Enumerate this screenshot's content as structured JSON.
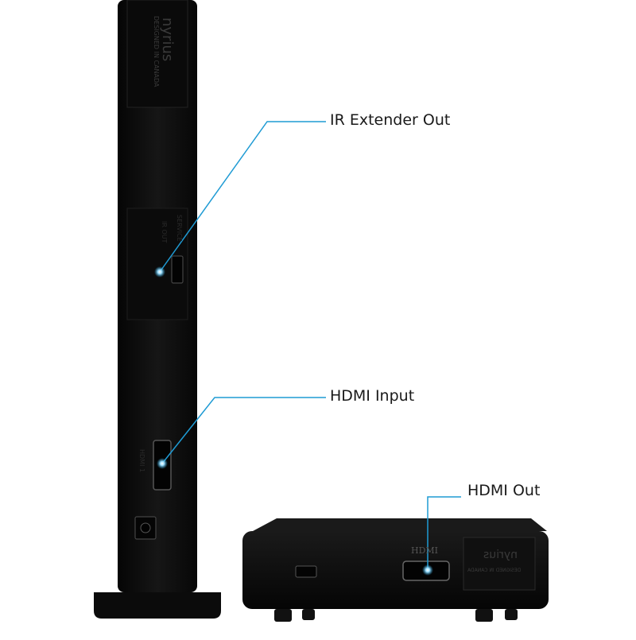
{
  "callouts": {
    "ir_extender_out": "IR Extender Out",
    "hdmi_input": "HDMI Input",
    "hdmi_out": "HDMI Out"
  },
  "tower": {
    "logo_text": "nyrius",
    "designed_text": "DESIGNED IN CANADA",
    "ir_out_text": "IR OUT",
    "service_text": "SERVICE",
    "hdmi_port_label": "HDMI 1"
  },
  "receiver": {
    "hdmi_label": "HDMI",
    "logo_text": "nyrius",
    "designed_text": "DESIGNED IN CANADA"
  },
  "colors": {
    "accent_line": "#1f9bd4",
    "device_body": "#0d0d0d",
    "label_text": "#1a1a1a"
  }
}
